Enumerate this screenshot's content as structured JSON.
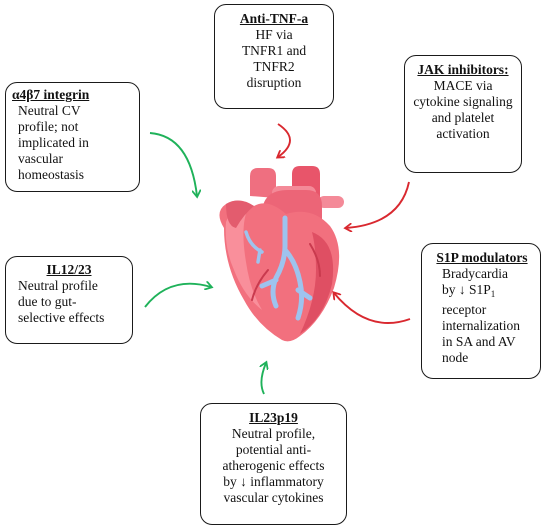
{
  "colors": {
    "arrow_harmful": "#d9282f",
    "arrow_neutral": "#1fb25a",
    "border": "#1a1a1a"
  },
  "center_icon": "heart-icon",
  "boxes": {
    "anti_tnf": {
      "title": "Anti-TNF-a",
      "lines": [
        "HF via",
        "TNFR1 and",
        "TNFR2",
        "disruption"
      ]
    },
    "jak": {
      "title": "JAK inhibitors:",
      "lines": [
        "MACE via",
        "cytokine signaling",
        "and platelet",
        "activation"
      ]
    },
    "a4b7": {
      "title": "α4β7 integrin",
      "lines": [
        "Neutral CV",
        "profile; not",
        "implicated in",
        "vascular",
        "homeostasis"
      ]
    },
    "il1223": {
      "title": "IL12/23",
      "lines": [
        "Neutral  profile",
        "due to gut-",
        "selective effects"
      ]
    },
    "s1p": {
      "title": "S1P modulators",
      "line1": "Bradycardia",
      "line2_prefix": "by ↓ S1P",
      "line2_sub": "1",
      "lines_rest": [
        "receptor",
        "internalization",
        "in SA and AV",
        "node"
      ]
    },
    "il23p19": {
      "title": "IL23p19",
      "lines": [
        "Neutral profile,",
        "potential anti-",
        "atherogenic effects",
        "by ↓ inflammatory",
        "vascular cytokines"
      ]
    }
  }
}
